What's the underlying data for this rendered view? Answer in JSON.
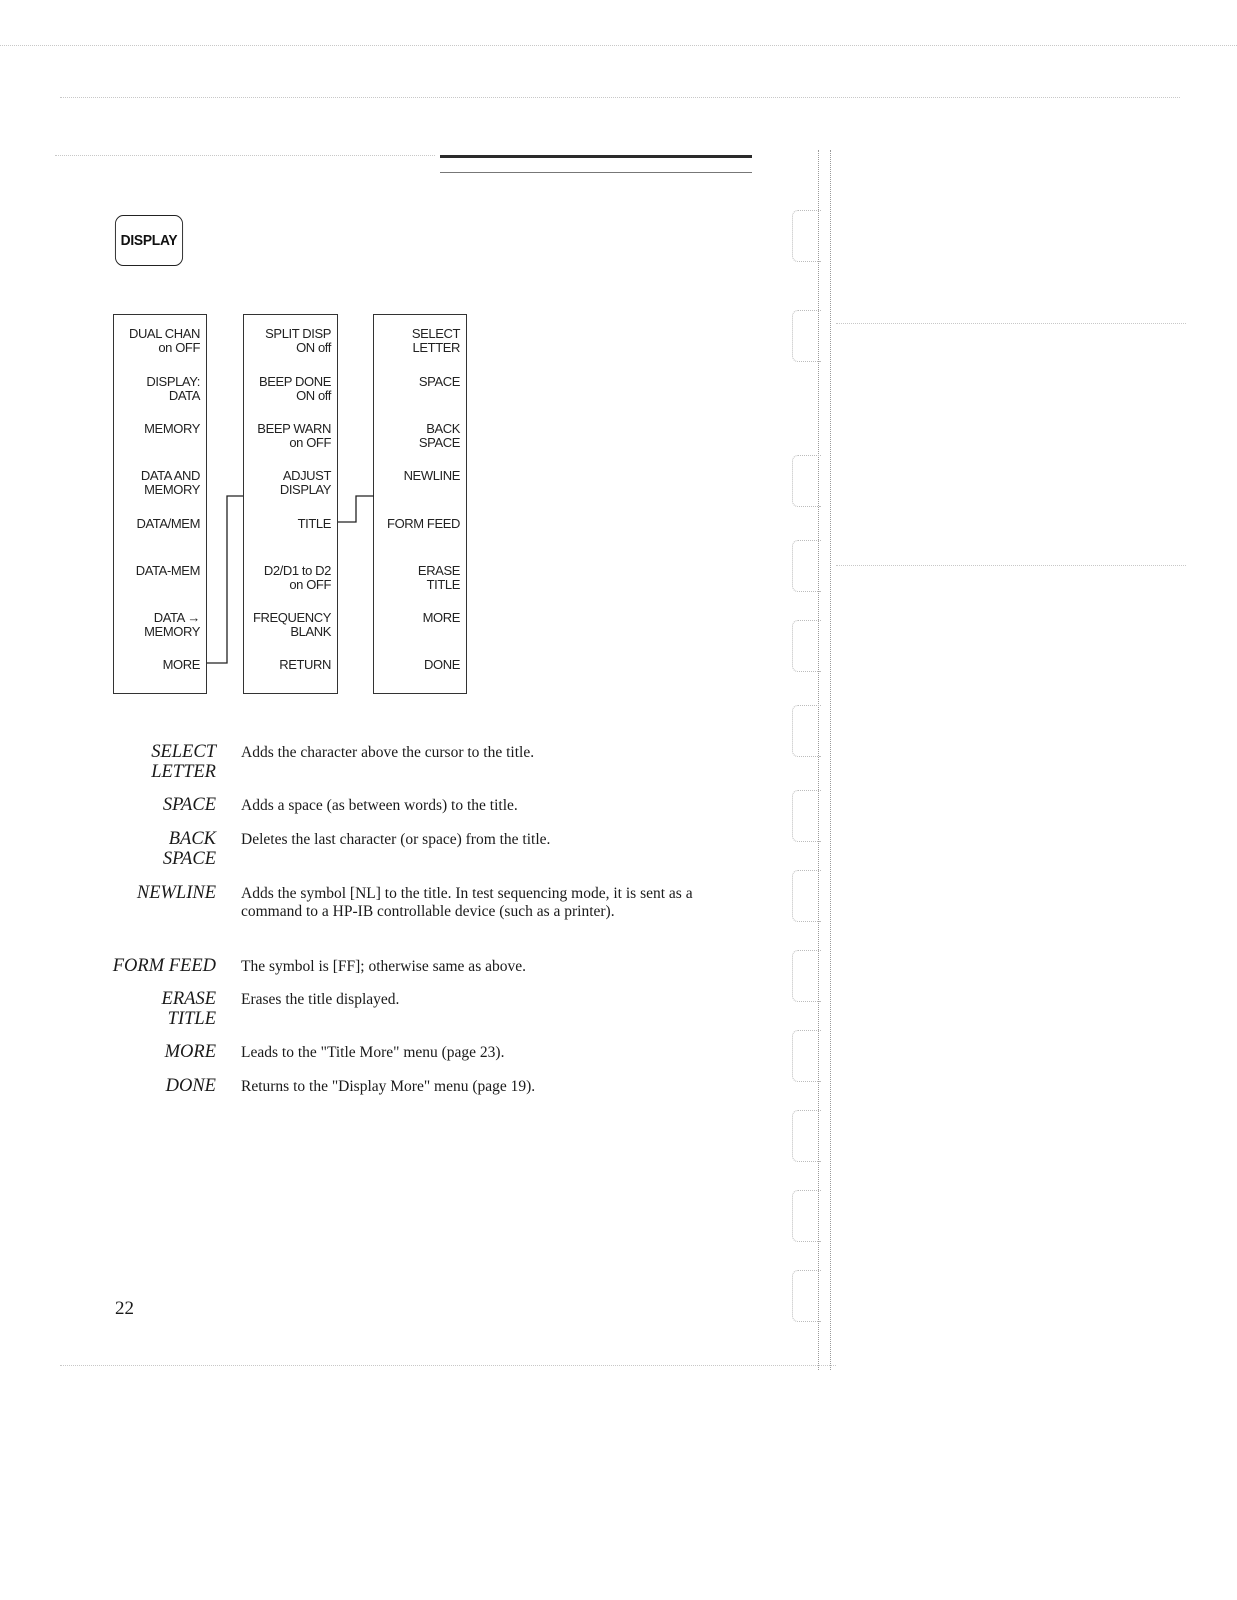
{
  "key": {
    "label": "DISPLAY"
  },
  "menus": {
    "display_more": {
      "items": [
        {
          "label": "DUAL CHAN\non OFF"
        },
        {
          "label": "DISPLAY:\nDATA"
        },
        {
          "label": "MEMORY"
        },
        {
          "label": "DATA AND\nMEMORY"
        },
        {
          "label": "DATA/MEM"
        },
        {
          "label": "DATA-MEM"
        },
        {
          "label": "DATA →\nMEMORY"
        },
        {
          "label": "MORE"
        }
      ]
    },
    "display_submenu": {
      "items": [
        {
          "label": "SPLIT DISP\nON off"
        },
        {
          "label": "BEEP DONE\nON off"
        },
        {
          "label": "BEEP WARN\non OFF"
        },
        {
          "label": "ADJUST\nDISPLAY"
        },
        {
          "label": "TITLE"
        },
        {
          "label": "D2/D1 to D2\non OFF"
        },
        {
          "label": "FREQUENCY\nBLANK"
        },
        {
          "label": "RETURN"
        }
      ]
    },
    "title_menu": {
      "items": [
        {
          "label": "SELECT\nLETTER"
        },
        {
          "label": "SPACE"
        },
        {
          "label": "BACK\nSPACE"
        },
        {
          "label": "NEWLINE"
        },
        {
          "label": "FORM FEED"
        },
        {
          "label": "ERASE\nTITLE"
        },
        {
          "label": "MORE"
        },
        {
          "label": "DONE"
        }
      ]
    }
  },
  "definitions": [
    {
      "term": "SELECT\nLETTER",
      "description": "Adds the character above the cursor to the title."
    },
    {
      "term": "SPACE",
      "description": "Adds a space (as between words) to the title."
    },
    {
      "term": "BACK\nSPACE",
      "description": "Deletes the last character (or space) from the title."
    },
    {
      "term": "NEWLINE",
      "description": "Adds the symbol [NL] to the title. In test sequencing mode, it is sent as a command to a HP-IB controllable device (such as a printer)."
    },
    {
      "term": "FORM FEED",
      "description": "The symbol is [FF]; otherwise same as above."
    },
    {
      "term": "ERASE\nTITLE",
      "description": "Erases the title displayed."
    },
    {
      "term": "MORE",
      "description": "Leads to the \"Title More\" menu (page 23)."
    },
    {
      "term": "DONE",
      "description": "Returns to the \"Display More\" menu (page 19)."
    }
  ],
  "page_number": "22"
}
